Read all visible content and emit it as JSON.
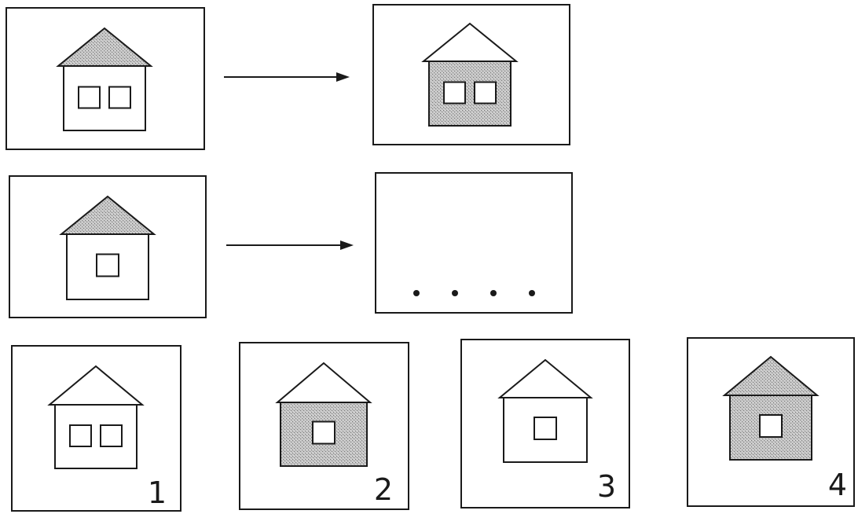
{
  "puzzle": {
    "rows": [
      {
        "source": {
          "windows": 2,
          "roof": "shaded",
          "walls": "white"
        },
        "result": {
          "windows": 2,
          "roof": "white",
          "walls": "shaded"
        }
      },
      {
        "source": {
          "windows": 1,
          "roof": "shaded",
          "walls": "white"
        },
        "result": {
          "missing": true
        }
      }
    ],
    "options": [
      {
        "number": "1",
        "windows": 2,
        "roof": "white",
        "walls": "white"
      },
      {
        "number": "2",
        "windows": 1,
        "roof": "white",
        "walls": "shaded"
      },
      {
        "number": "3",
        "windows": 1,
        "roof": "white",
        "walls": "white"
      },
      {
        "number": "4",
        "windows": 1,
        "roof": "shaded",
        "walls": "shaded"
      }
    ]
  },
  "colors": {
    "ink": "#1a1a1a",
    "shade": "#b8b8b8",
    "paper": "#ffffff"
  }
}
